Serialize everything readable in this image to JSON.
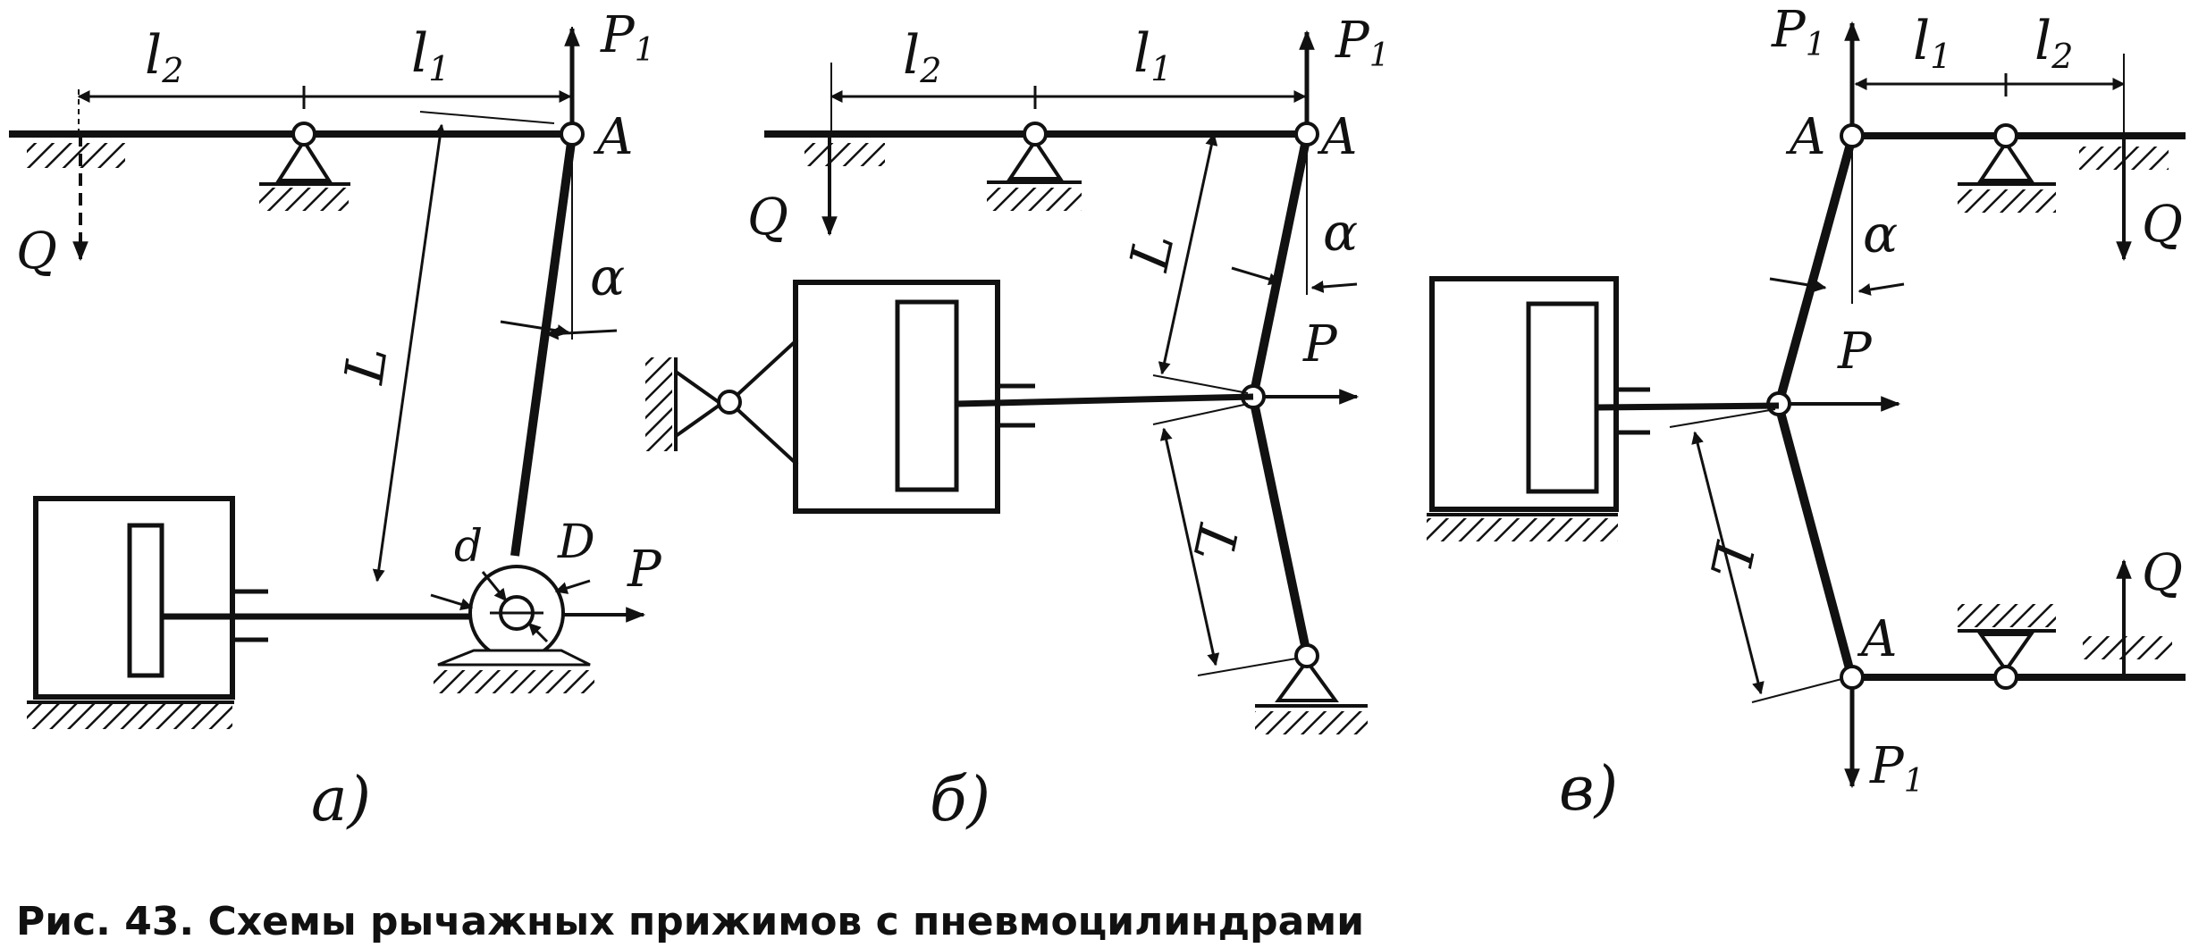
{
  "colors": {
    "ink": "#111111",
    "paper": "#ffffff"
  },
  "labels": {
    "l1": "l",
    "l2": "l",
    "sub1": "1",
    "sub2": "2",
    "P1": "P",
    "P1sub": "1",
    "A": "A",
    "alpha": "α",
    "L": "L",
    "P": "P",
    "Q": "Q",
    "D": "D",
    "d": "d"
  },
  "panels": {
    "a": {
      "label": "а)"
    },
    "b": {
      "label": "б)"
    },
    "v": {
      "label": "в)"
    }
  },
  "caption": "Рис. 43. Схемы рычажных прижимов с пневмоцилиндрами"
}
